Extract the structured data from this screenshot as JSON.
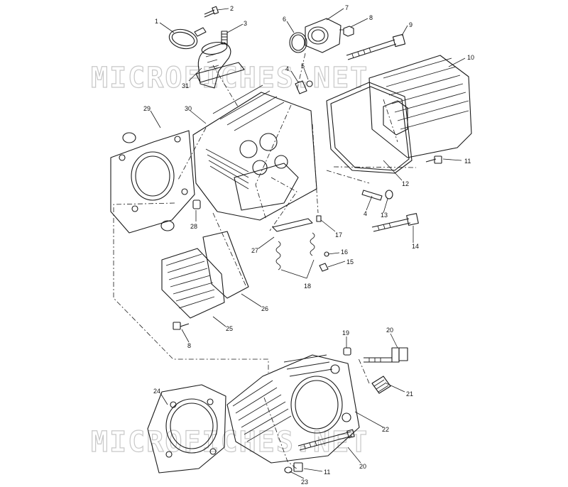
{
  "watermarks": [
    "MICROFICHES.NET",
    "MICROFICHES.NET"
  ],
  "callouts": [
    {
      "id": "c1",
      "text": "1"
    },
    {
      "id": "c2",
      "text": "2"
    },
    {
      "id": "c3",
      "text": "3"
    },
    {
      "id": "c31",
      "text": "31"
    },
    {
      "id": "c6",
      "text": "6"
    },
    {
      "id": "c7",
      "text": "7"
    },
    {
      "id": "c8a",
      "text": "8"
    },
    {
      "id": "c9",
      "text": "9"
    },
    {
      "id": "c10",
      "text": "10"
    },
    {
      "id": "c4a",
      "text": "4"
    },
    {
      "id": "c5",
      "text": "5"
    },
    {
      "id": "c29",
      "text": "29"
    },
    {
      "id": "c30",
      "text": "30"
    },
    {
      "id": "c11a",
      "text": "11"
    },
    {
      "id": "c12",
      "text": "12"
    },
    {
      "id": "c4b",
      "text": "4"
    },
    {
      "id": "c13",
      "text": "13"
    },
    {
      "id": "c28",
      "text": "28"
    },
    {
      "id": "c17",
      "text": "17"
    },
    {
      "id": "c14",
      "text": "14"
    },
    {
      "id": "c27",
      "text": "27"
    },
    {
      "id": "c16",
      "text": "16"
    },
    {
      "id": "c15",
      "text": "15"
    },
    {
      "id": "c18",
      "text": "18"
    },
    {
      "id": "c26",
      "text": "26"
    },
    {
      "id": "c25",
      "text": "25"
    },
    {
      "id": "c8b",
      "text": "8"
    },
    {
      "id": "c19",
      "text": "19"
    },
    {
      "id": "c20a",
      "text": "20"
    },
    {
      "id": "c21",
      "text": "21"
    },
    {
      "id": "c24",
      "text": "24"
    },
    {
      "id": "c22",
      "text": "22"
    },
    {
      "id": "c20b",
      "text": "20"
    },
    {
      "id": "c11b",
      "text": "11"
    },
    {
      "id": "c23",
      "text": "23"
    }
  ]
}
